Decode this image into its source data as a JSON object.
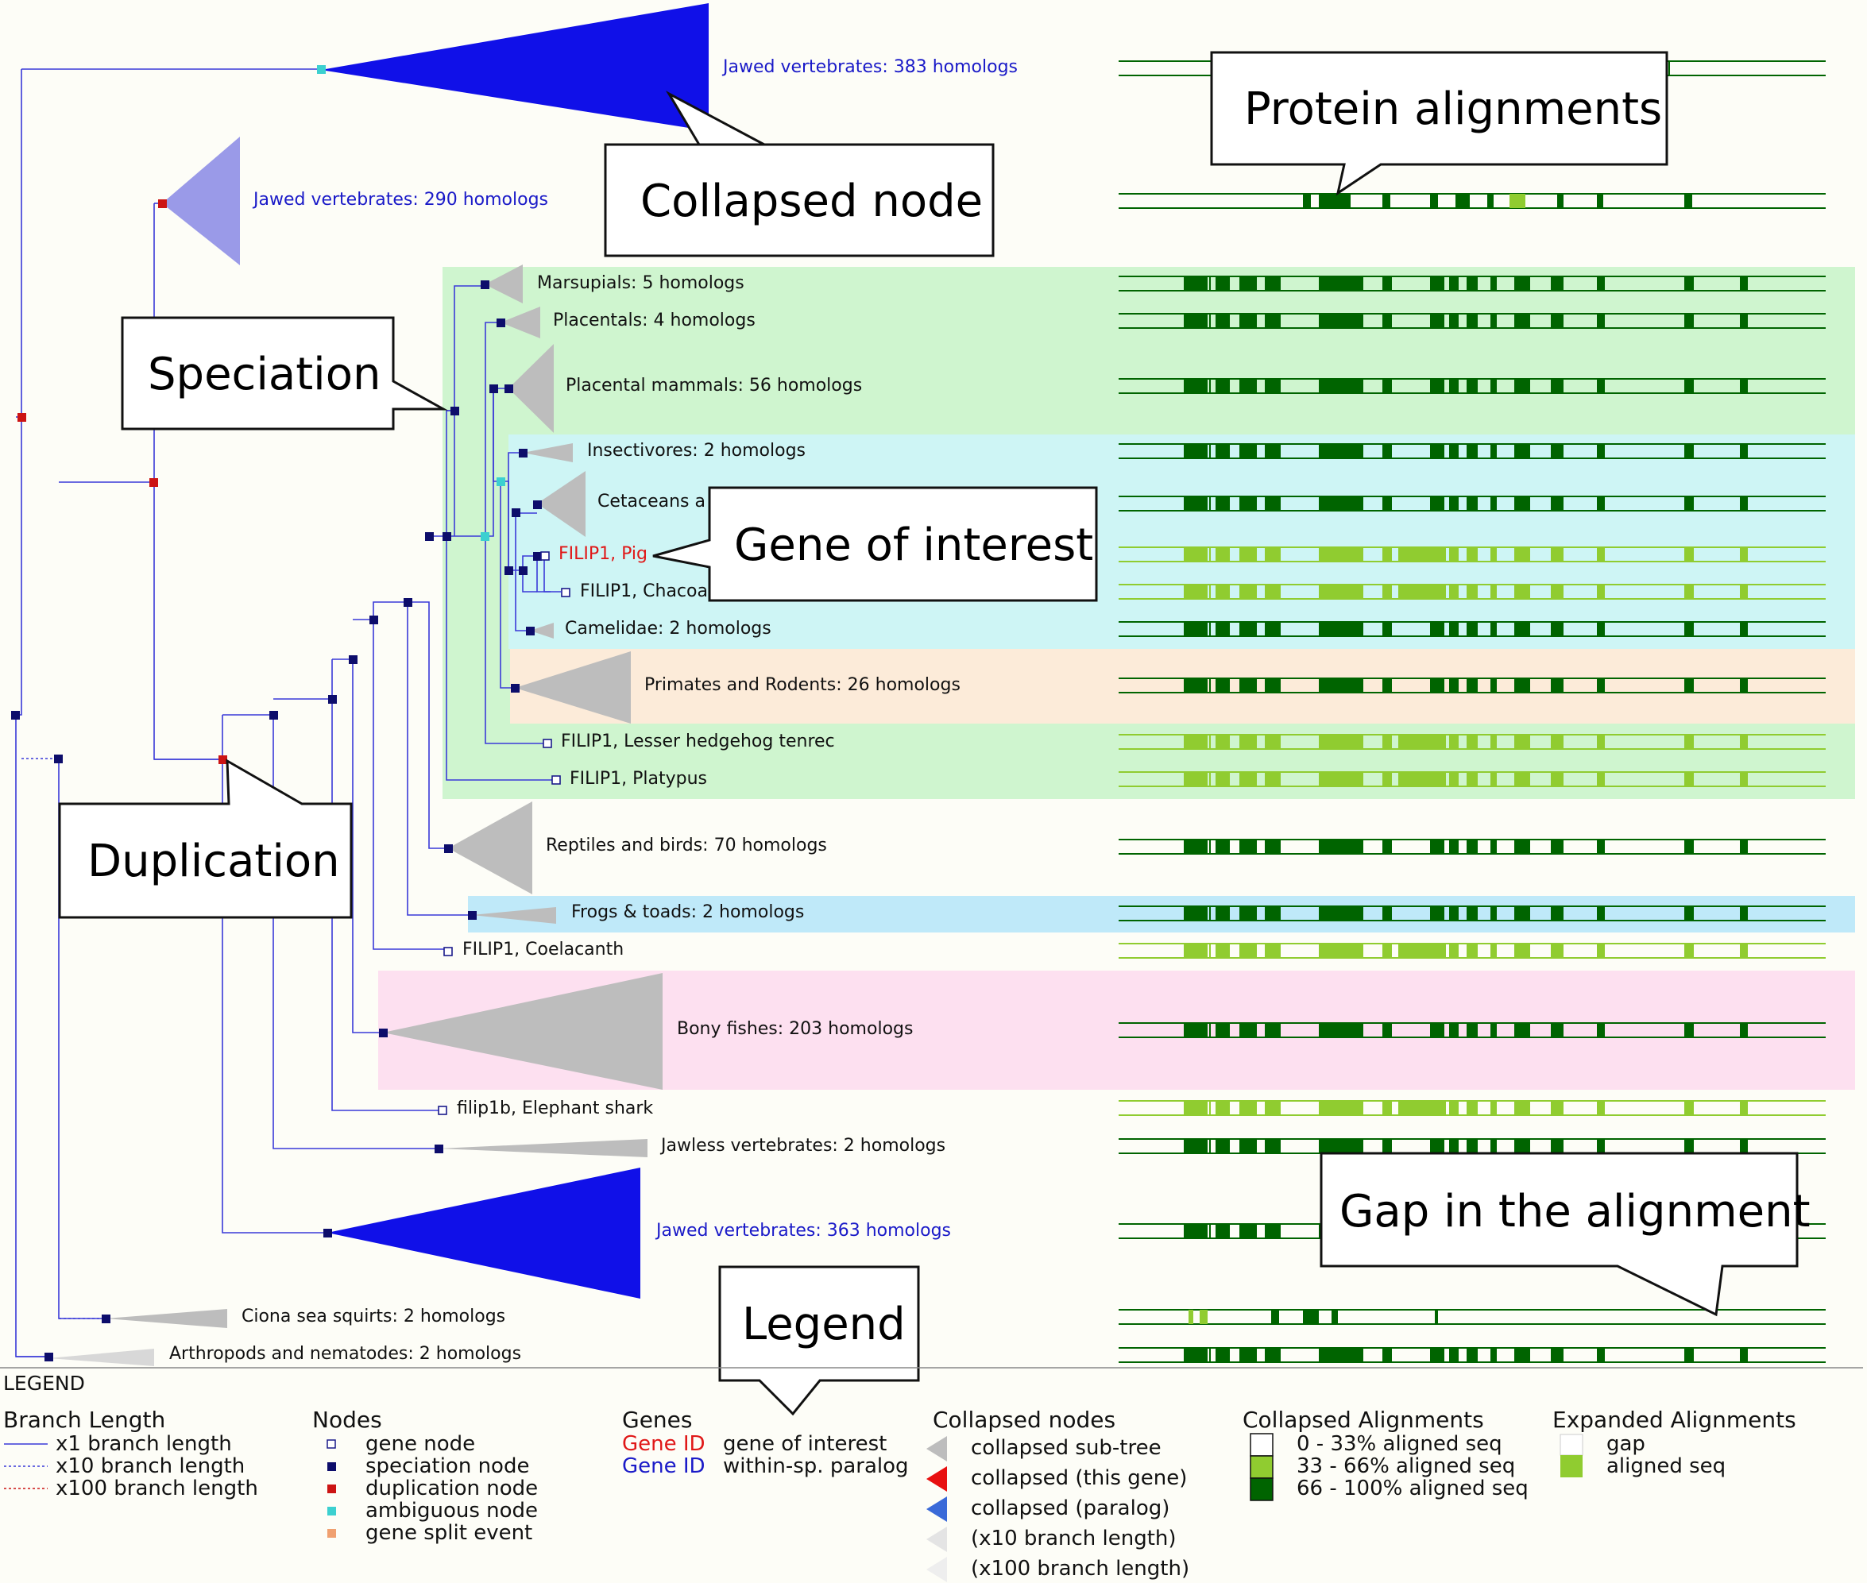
{
  "tree_labels": {
    "jv383": "Jawed vertebrates: 383 homologs",
    "jv290": "Jawed vertebrates: 290 homologs",
    "marsupials": "Marsupials: 5 homologs",
    "placentals": "Placentals: 4 homologs",
    "placental_mammals": "Placental mammals: 56 homologs",
    "insectivores": "Insectivores: 2 homologs",
    "cetaceans": "Cetaceans a",
    "filip1_pig": "FILIP1, Pig",
    "filip1_chacoan": "FILIP1, Chacoa",
    "camelidae": "Camelidae: 2 homologs",
    "primates_rodents": "Primates and Rodents: 26 homologs",
    "filip1_tenrec": "FILIP1, Lesser hedgehog tenrec",
    "filip1_platypus": "FILIP1, Platypus",
    "reptiles_birds": "Reptiles and birds: 70 homologs",
    "frogs_toads": "Frogs & toads: 2 homologs",
    "filip1_coelacanth": "FILIP1, Coelacanth",
    "bony_fishes": "Bony fishes: 203 homologs",
    "filip1b_shark": "filip1b, Elephant shark",
    "jawless": "Jawless vertebrates: 2 homologs",
    "jv363": "Jawed vertebrates: 363 homologs",
    "ciona": "Ciona sea squirts: 2 homologs",
    "arthropods": "Arthropods and nematodes: 2 homologs"
  },
  "callouts": {
    "protein_alignments": "Protein alignments",
    "collapsed_node": "Collapsed node",
    "speciation": "Speciation",
    "gene_of_interest": "Gene of interest",
    "duplication": "Duplication",
    "gap": "Gap in the alignment",
    "legend": "Legend"
  },
  "legend": {
    "title": "LEGEND",
    "branch": {
      "head": "Branch Length",
      "x1": "x1 branch length",
      "x10": "x10 branch length",
      "x100": "x100 branch length"
    },
    "nodes": {
      "head": "Nodes",
      "gene": "gene node",
      "speciation": "speciation node",
      "duplication": "duplication node",
      "ambiguous": "ambiguous node",
      "split": "gene split event"
    },
    "genes": {
      "head": "Genes",
      "id1": "Gene ID",
      "id2": "Gene ID",
      "interest": "gene of interest",
      "paralog": "within-sp. paralog"
    },
    "collapsed_nodes": {
      "head": "Collapsed nodes",
      "subtree": "collapsed sub-tree",
      "this_gene": "collapsed (this gene)",
      "paralog": "collapsed (paralog)",
      "x10": "(x10 branch length)",
      "x100": "(x100 branch length)"
    },
    "collapsed_align": {
      "head": "Collapsed Alignments",
      "low": "0 - 33% aligned seq",
      "mid": "33 - 66% aligned seq",
      "high": "66 - 100% aligned seq"
    },
    "expanded_align": {
      "head": "Expanded Alignments",
      "gap": "gap",
      "aligned": "aligned seq"
    }
  },
  "colors": {
    "node_speciation": "#0d0d6b",
    "node_duplication": "#cc1414",
    "node_ambiguous": "#3cd0d0",
    "node_split": "#f0a070",
    "branch": "#3a3ad8",
    "collapsed_grey": "#bdbdbd",
    "collapsed_paralog": "#1010e8",
    "align_dark": "#006400",
    "align_light": "#90cc30",
    "band_green": "#cff5cf",
    "band_cyan": "#cef5f5",
    "band_peach": "#fcebd9",
    "band_sky": "#bfe9f9",
    "band_pink": "#fde0f0"
  }
}
